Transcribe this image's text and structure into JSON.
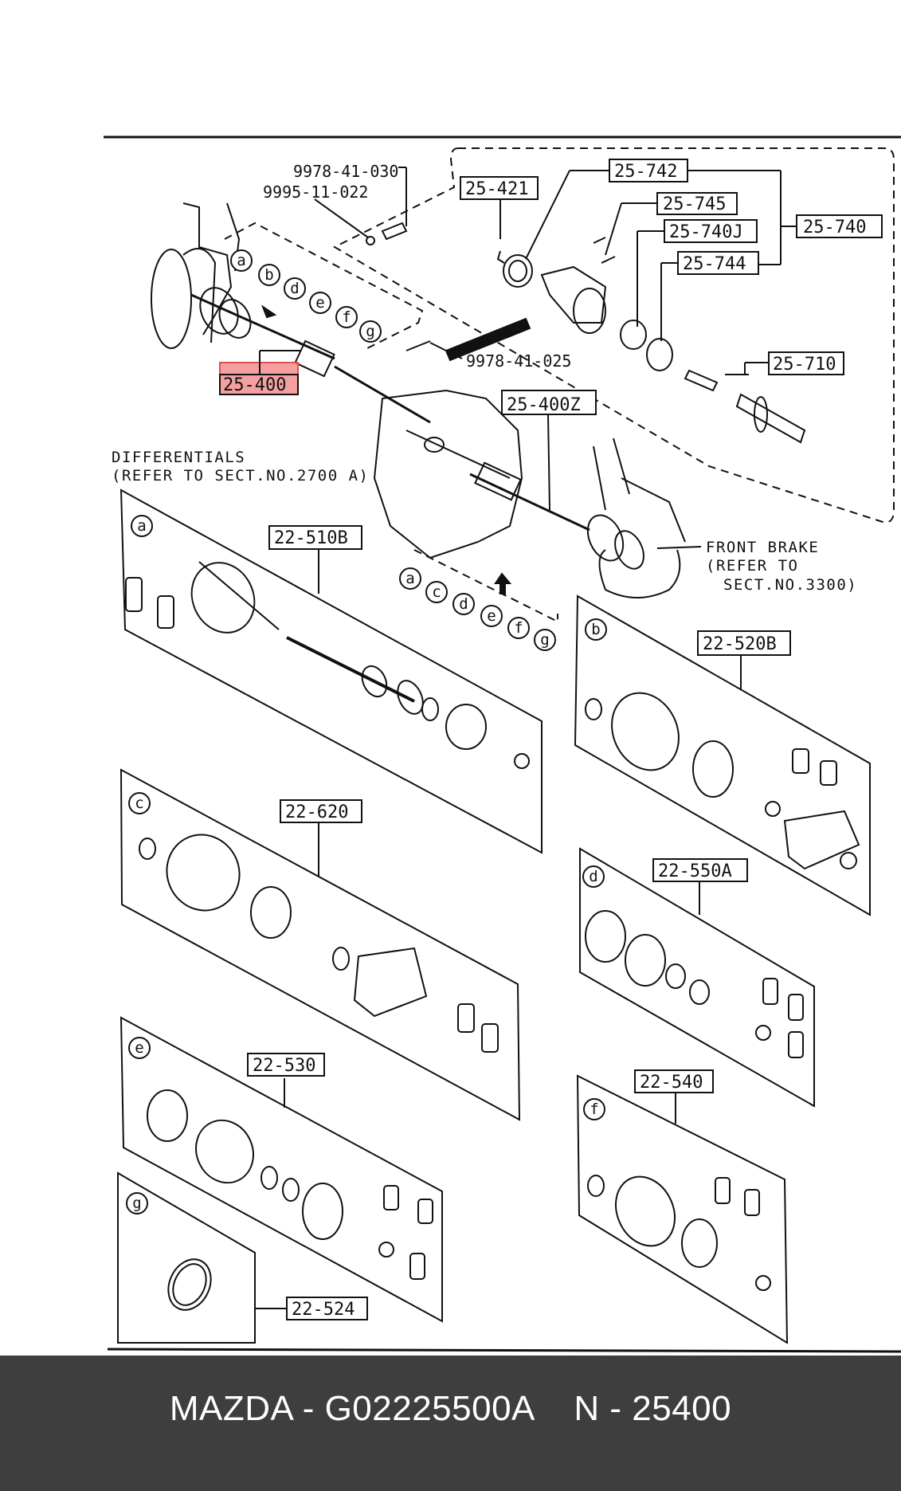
{
  "footer": {
    "caption": "MAZDA - G02225500A    N - 25400"
  },
  "colors": {
    "highlight": "#f08080",
    "footer_bg": "#3e3e3e",
    "footer_text": "#ffffff",
    "line": "#111111"
  },
  "callouts": {
    "main_shaft": "25-400",
    "main_shaft_alt": "25-400Z",
    "hub_assembly": "25-740",
    "bearing_housing": "25-742",
    "bolt_745": "25-745",
    "bearing_740j": "25-740J",
    "seal_744": "25-744",
    "snap_ring": "25-421",
    "hub_shaft": "25-710",
    "bolt_a": "9978-41-030",
    "nut_a": "9995-11-022",
    "bolt_b": "9978-41-025",
    "kit_a": "22-510B",
    "kit_b": "22-520B",
    "kit_c": "22-620",
    "kit_d": "22-550A",
    "kit_e": "22-530",
    "kit_f": "22-540",
    "kit_g": "22-524"
  },
  "notes": {
    "diff_line1": "DIFFERENTIALS",
    "diff_line2": "(REFER TO SECT.NO.2700 A)",
    "brake_line1": "FRONT BRAKE",
    "brake_line2": "(REFER TO",
    "brake_line3": "SECT.NO.3300)"
  },
  "letters": {
    "a": "a",
    "b": "b",
    "c": "c",
    "d": "d",
    "e": "e",
    "f": "f",
    "g": "g"
  },
  "highlighted_part": "25-400"
}
